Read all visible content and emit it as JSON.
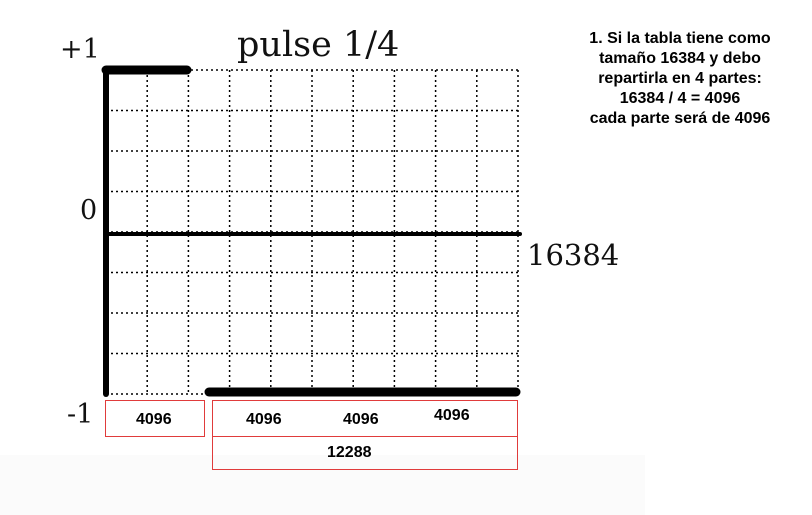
{
  "title": "pulse 1/4",
  "axes": {
    "y_top": "+1",
    "y_middle": "0",
    "y_bottom": "-1",
    "x_end": "16384"
  },
  "note": {
    "lines": [
      "1. Si la tabla tiene como",
      "tamaño 16384 y debo",
      "repartirla en 4 partes:",
      "16384 / 4 = 4096",
      "cada parte será de 4096"
    ]
  },
  "segments": {
    "first": "4096",
    "rest": [
      "4096",
      "4096",
      "4096"
    ],
    "total": "12288"
  },
  "waveform": {
    "high_fraction": 0.25,
    "high_level": 1,
    "low_level": -1
  },
  "colors": {
    "ink": "#000000",
    "box_border": "#e03b3b"
  }
}
